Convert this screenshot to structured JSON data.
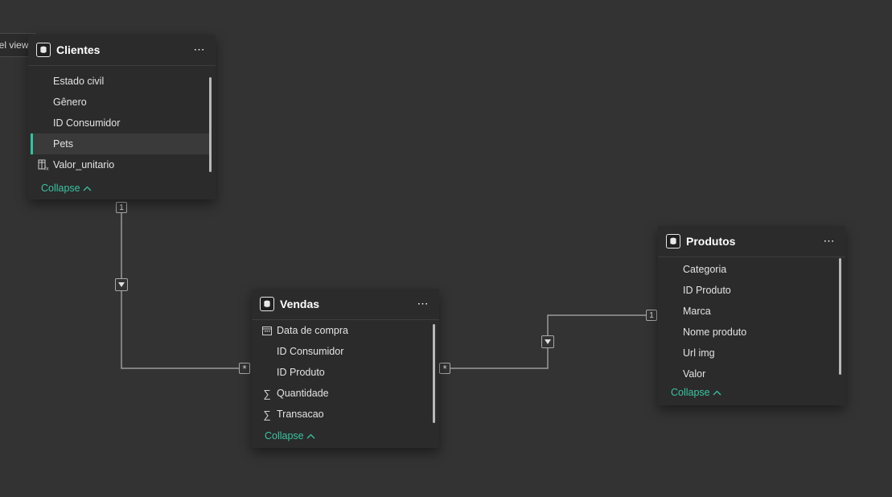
{
  "tooltip": {
    "text": "del view"
  },
  "tables": {
    "clientes": {
      "title": "Clientes",
      "more_label": "⋯",
      "fields": [
        {
          "label": "Estado civil",
          "icon": ""
        },
        {
          "label": "Gênero",
          "icon": ""
        },
        {
          "label": "ID Consumidor",
          "icon": ""
        },
        {
          "label": "Pets",
          "icon": "",
          "selected": true
        },
        {
          "label": "Valor_unitario",
          "icon": "calculated-column-icon"
        }
      ],
      "collapse_label": "Collapse"
    },
    "vendas": {
      "title": "Vendas",
      "more_label": "⋯",
      "fields": [
        {
          "label": "Data de compra",
          "icon": "calendar-icon"
        },
        {
          "label": "ID Consumidor",
          "icon": ""
        },
        {
          "label": "ID Produto",
          "icon": ""
        },
        {
          "label": "Quantidade",
          "icon": "sigma-icon"
        },
        {
          "label": "Transacao",
          "icon": "sigma-icon"
        }
      ],
      "collapse_label": "Collapse"
    },
    "produtos": {
      "title": "Produtos",
      "more_label": "⋯",
      "fields": [
        {
          "label": "Categoria",
          "icon": ""
        },
        {
          "label": "ID Produto",
          "icon": ""
        },
        {
          "label": "Marca",
          "icon": ""
        },
        {
          "label": "Nome produto",
          "icon": ""
        },
        {
          "label": "Url img",
          "icon": ""
        },
        {
          "label": "Valor",
          "icon": ""
        }
      ],
      "collapse_label": "Collapse"
    }
  },
  "relationships": {
    "clientes_vendas": {
      "one_label": "1",
      "many_label": "*"
    },
    "produtos_vendas": {
      "one_label": "1",
      "many_label": "*"
    }
  },
  "colors": {
    "canvas": "#333333",
    "card": "#2b2b2b",
    "accent": "#39c4a0",
    "line": "#9a9a9a"
  }
}
